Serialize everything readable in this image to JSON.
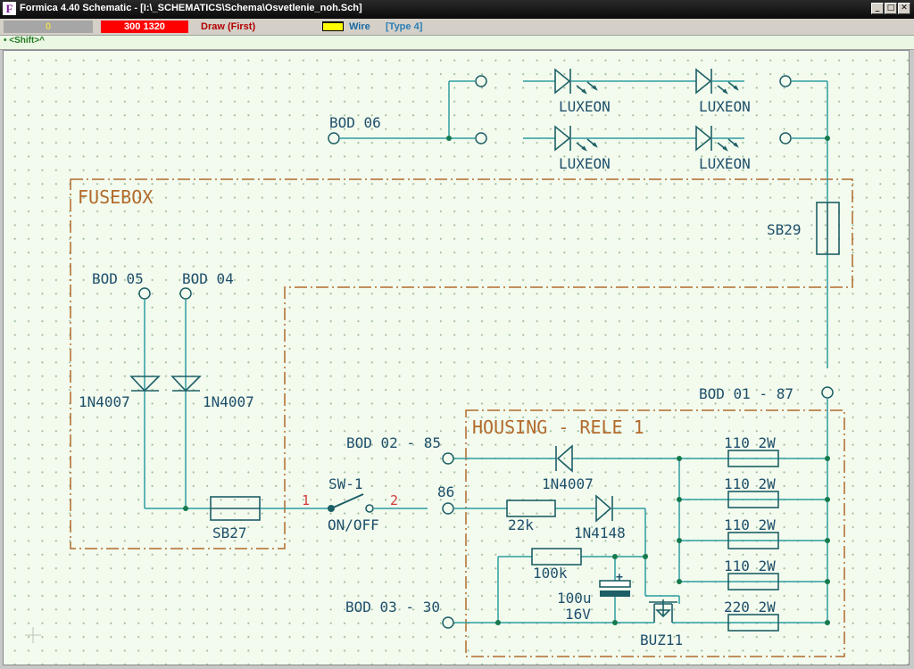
{
  "window": {
    "title": "Formica 4.40 Schematic - [I:\\_SCHEMATICS\\Schema\\Osvetlenie_noh.Sch]",
    "app_icon": "F",
    "buttons": {
      "minimize": "_",
      "maximize": "□",
      "close": "✕"
    }
  },
  "toolbar": {
    "layer_value": "0",
    "coordinates": "300   1320",
    "mode_label": "Draw  (First)",
    "object_label": "Wire",
    "object_type": "[Type 4]",
    "layer_color": "#ffff00",
    "coord_color": "#ff0000"
  },
  "status": {
    "hint": "• <Shift>^"
  },
  "schematic": {
    "blocks": {
      "fusebox": "FUSEBOX",
      "housing": "HOUSING - RELE 1"
    },
    "terminals": {
      "bod06": "BOD 06",
      "bod05": "BOD 05",
      "bod04": "BOD 04",
      "bod01": "BOD 01 - 87",
      "bod02": "BOD 02 - 85",
      "t86": "86",
      "bod03": "BOD 03 - 30"
    },
    "leds": {
      "l1": "LUXEON",
      "l2": "LUXEON",
      "l3": "LUXEON",
      "l4": "LUXEON"
    },
    "diodes": {
      "d1": "1N4007",
      "d2": "1N4007",
      "d3": "1N4007",
      "d4": "1N4148"
    },
    "fuses": {
      "sb29": "SB29",
      "sb27": "SB27"
    },
    "switch": {
      "name": "SW-1",
      "label": "ON/OFF",
      "pin1": "1",
      "pin2": "2"
    },
    "resistors": {
      "r22k": "22k",
      "r100k": "100k",
      "r1": "110 2W",
      "r2": "110 2W",
      "r3": "110 2W",
      "r4": "110 2W",
      "r5": "220 2W"
    },
    "capacitor": {
      "value": "100u",
      "voltage": "16V",
      "plus": "+"
    },
    "transistor": {
      "name": "BUZ11"
    },
    "colors": {
      "wire": "#2e9ca1",
      "symbol": "#1d5f66",
      "label": "#1e4f6b",
      "block": "#b26a2a",
      "pin_number": "#d23a3a",
      "junction": "#157a4e"
    }
  }
}
